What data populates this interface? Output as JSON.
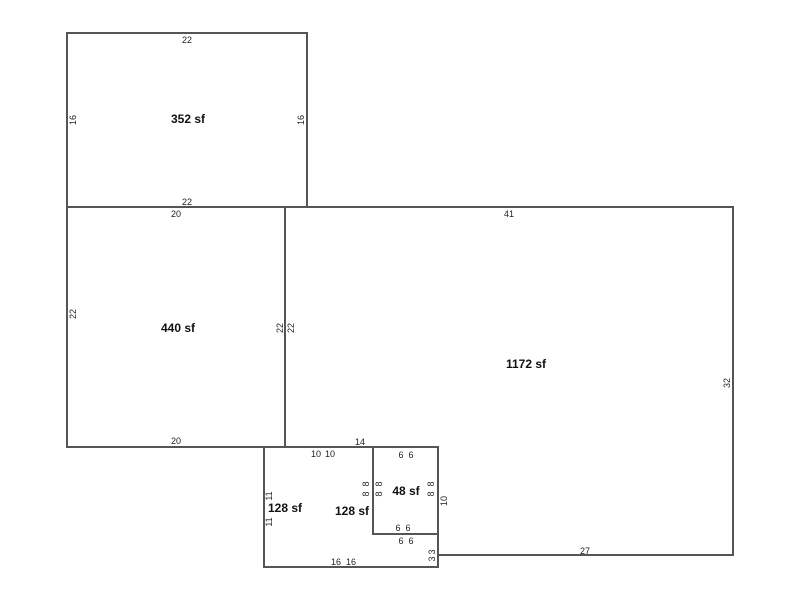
{
  "areas": {
    "top_room": "352 sf",
    "left_room": "440 sf",
    "main_room": "1172 sf",
    "lower_left_a": "128 sf",
    "lower_left_b": "128 sf",
    "small_room": "48 sf"
  },
  "dimensions": {
    "top_room_top": "22",
    "top_room_left": "16",
    "top_room_right": "16",
    "top_room_bottom": "22",
    "left_room_top": "20",
    "left_room_left": "22",
    "left_room_right": "22",
    "left_room_bottom": "20",
    "main_room_top": "41",
    "main_room_left": "22",
    "main_room_right": "32",
    "main_room_bottom": "27",
    "main_room_inner_top": "14",
    "main_room_inner_right": "10",
    "main_room_inner_bottom": "3",
    "lower_top_a": "10",
    "lower_top_b": "10",
    "lower_left_a": "11",
    "lower_left_b": "11",
    "lower_bottom_a": "16",
    "lower_bottom_b": "16",
    "lower_right_small": "3",
    "small_top_a": "6",
    "small_top_b": "6",
    "small_left_a": "8",
    "small_left_b": "8",
    "small_left_c": "8",
    "small_left_d": "8",
    "small_right_a": "8",
    "small_right_b": "8",
    "small_bottom_a": "6",
    "small_bottom_b": "6",
    "small_below_a": "6",
    "small_below_b": "6"
  }
}
